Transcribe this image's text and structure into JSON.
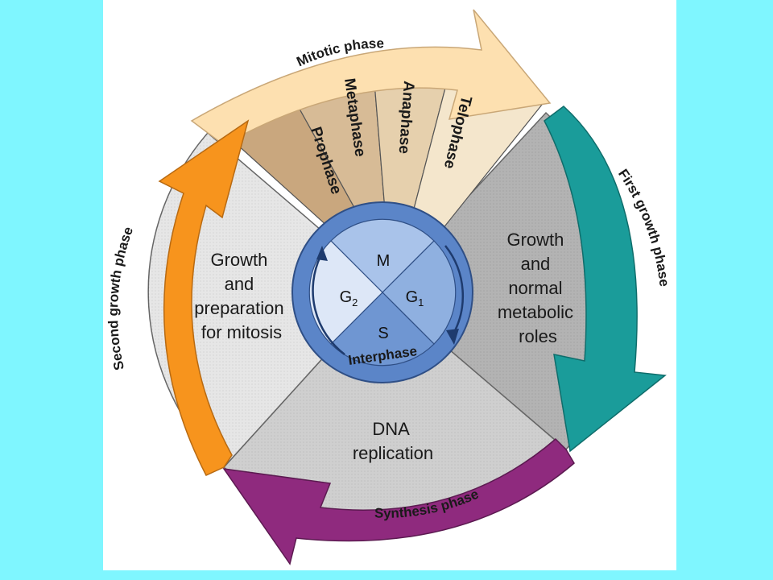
{
  "background_color": "#7ff6ff",
  "arcs": {
    "mitotic": "Mitotic phase",
    "first_growth": "First growth phase",
    "synthesis": "Synthesis phase",
    "second_growth": "Second growth phase"
  },
  "mitosis_stages": [
    "Prophase",
    "Metaphase",
    "Anaphase",
    "Telophase"
  ],
  "sectors": {
    "g1": [
      "Growth",
      "and",
      "normal",
      "metabolic",
      "roles"
    ],
    "s": [
      "DNA",
      "replication"
    ],
    "g2": [
      "Growth",
      "and",
      "preparation",
      "for mitosis"
    ]
  },
  "center": {
    "m": "M",
    "g1": "G",
    "g1_sub": "1",
    "s": "S",
    "g2": "G",
    "g2_sub": "2",
    "ring_label": "Interphase"
  },
  "colors": {
    "mitotic_arrow": "#fde0b0",
    "first_growth_arrow": "#1a9c9a",
    "synthesis_arrow": "#8f2a7e",
    "second_growth_arrow": "#f7941d",
    "g1_sector": "#b3b3b3",
    "s_sector": "#cfcfcf",
    "g2_sector": "#e6e6e6",
    "center_ring": "#5b85c8"
  }
}
